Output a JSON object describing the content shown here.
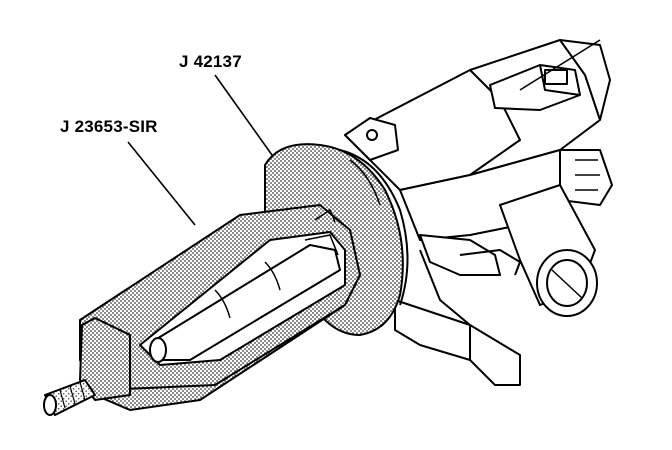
{
  "callouts": [
    {
      "id": "J 23653-SIR",
      "text": "J 23653-SIR"
    },
    {
      "id": "J 42137",
      "text": "J 42137"
    }
  ],
  "colors": {
    "ink": "#000000",
    "paper": "#ffffff",
    "stipple": "#5a5a5a"
  }
}
